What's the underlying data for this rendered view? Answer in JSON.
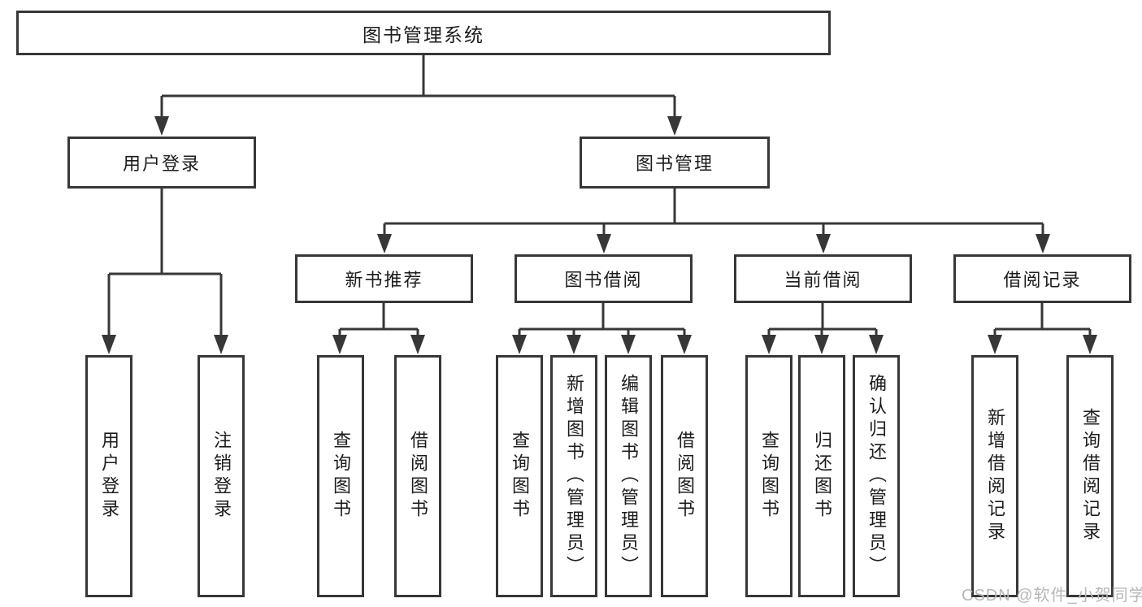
{
  "diagram": {
    "type": "hierarchy-tree",
    "colors": {
      "line": "#373737",
      "box_border": "#373737",
      "box_background": "#ffffff",
      "text": "#1c1c1c",
      "watermark": "#b8b8b8"
    },
    "tree": {
      "root": {
        "label": "图书管理系统"
      },
      "branches": [
        {
          "label": "用户登录",
          "leaves": [
            "用户登录",
            "注销登录"
          ]
        },
        {
          "label": "图书管理",
          "groups": [
            {
              "label": "新书推荐",
              "leaves": [
                "查询图书",
                "借阅图书"
              ]
            },
            {
              "label": "图书借阅",
              "leaves": [
                "查询图书",
                "新增图书（管理员）",
                "编辑图书（管理员）",
                "借阅图书"
              ]
            },
            {
              "label": "当前借阅",
              "leaves": [
                "查询图书",
                "归还图书",
                "确认归还（管理员）"
              ]
            },
            {
              "label": "借阅记录",
              "leaves": [
                "新增借阅记录",
                "查询借阅记录"
              ]
            }
          ]
        }
      ]
    },
    "watermark": {
      "text": "CSDN @软件_小贺同学"
    }
  }
}
